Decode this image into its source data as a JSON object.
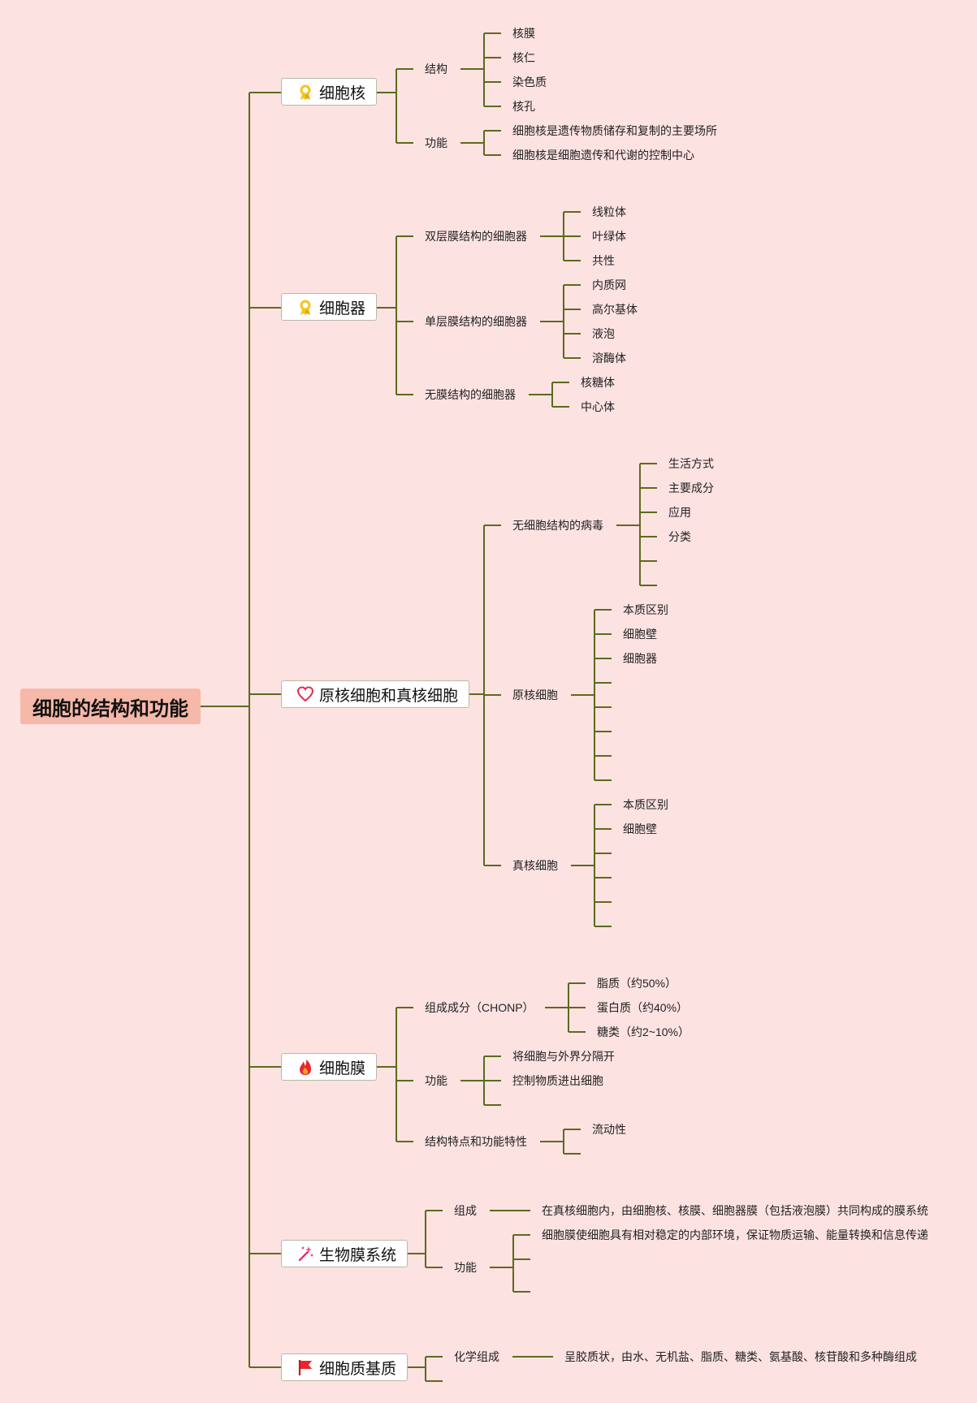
{
  "root": "细胞的结构和功能",
  "colors": {
    "line": "#5c6b1c",
    "background": "#fde2e2",
    "root_fill": "#f6b8a8"
  },
  "branches": [
    {
      "label": "细胞核",
      "icon": "ribbon-medal-icon",
      "children": [
        {
          "label": "结构",
          "children": [
            "核膜",
            "核仁",
            "染色质",
            "核孔"
          ]
        },
        {
          "label": "功能",
          "children": [
            "细胞核是遗传物质储存和复制的主要场所",
            "细胞核是细胞遗传和代谢的控制中心"
          ]
        }
      ]
    },
    {
      "label": "细胞器",
      "icon": "ribbon-medal-icon",
      "children": [
        {
          "label": "双层膜结构的细胞器",
          "children": [
            "线粒体",
            "叶绿体",
            "共性"
          ]
        },
        {
          "label": "单层膜结构的细胞器",
          "children": [
            "内质网",
            "高尔基体",
            "液泡",
            "溶酶体"
          ]
        },
        {
          "label": "无膜结构的细胞器",
          "children": [
            "核糖体",
            "中心体"
          ]
        }
      ]
    },
    {
      "label": "原核细胞和真核细胞",
      "icon": "heart-icon",
      "children": [
        {
          "label": "无细胞结构的病毒",
          "children": [
            "生活方式",
            "主要成分",
            "应用",
            "分类",
            "",
            ""
          ]
        },
        {
          "label": "原核细胞",
          "children": [
            "本质区别",
            "细胞壁",
            "细胞器",
            "",
            "",
            "",
            "",
            ""
          ]
        },
        {
          "label": "真核细胞",
          "children": [
            "本质区别",
            "细胞壁",
            "",
            "",
            "",
            ""
          ]
        }
      ]
    },
    {
      "label": "细胞膜",
      "icon": "flame-icon",
      "children": [
        {
          "label": "组成成分（CHONP）",
          "children": [
            "脂质（约50%）",
            "蛋白质（约40%）",
            "糖类（约2~10%）"
          ]
        },
        {
          "label": "功能",
          "children": [
            "将细胞与外界分隔开",
            "控制物质进出细胞",
            ""
          ]
        },
        {
          "label": "结构特点和功能特性",
          "children": [
            "流动性",
            ""
          ]
        }
      ]
    },
    {
      "label": "生物膜系统",
      "icon": "magic-wand-icon",
      "children": [
        {
          "label": "组成",
          "children": [
            "在真核细胞内，由细胞核、核膜、细胞器膜（包括液泡膜）共同构成的膜系统"
          ]
        },
        {
          "label": "功能",
          "children": [
            "细胞膜使细胞具有相对稳定的内部环境，保证物质运输、能量转换和信息传递",
            "",
            ""
          ]
        }
      ]
    },
    {
      "label": "细胞质基质",
      "icon": "red-flag-icon",
      "children": [
        {
          "label": "化学组成",
          "children": [
            "呈胶质状，由水、无机盐、脂质、糖类、氨基酸、核苷酸和多种酶组成"
          ]
        },
        {
          "label": "",
          "children": []
        }
      ]
    }
  ]
}
